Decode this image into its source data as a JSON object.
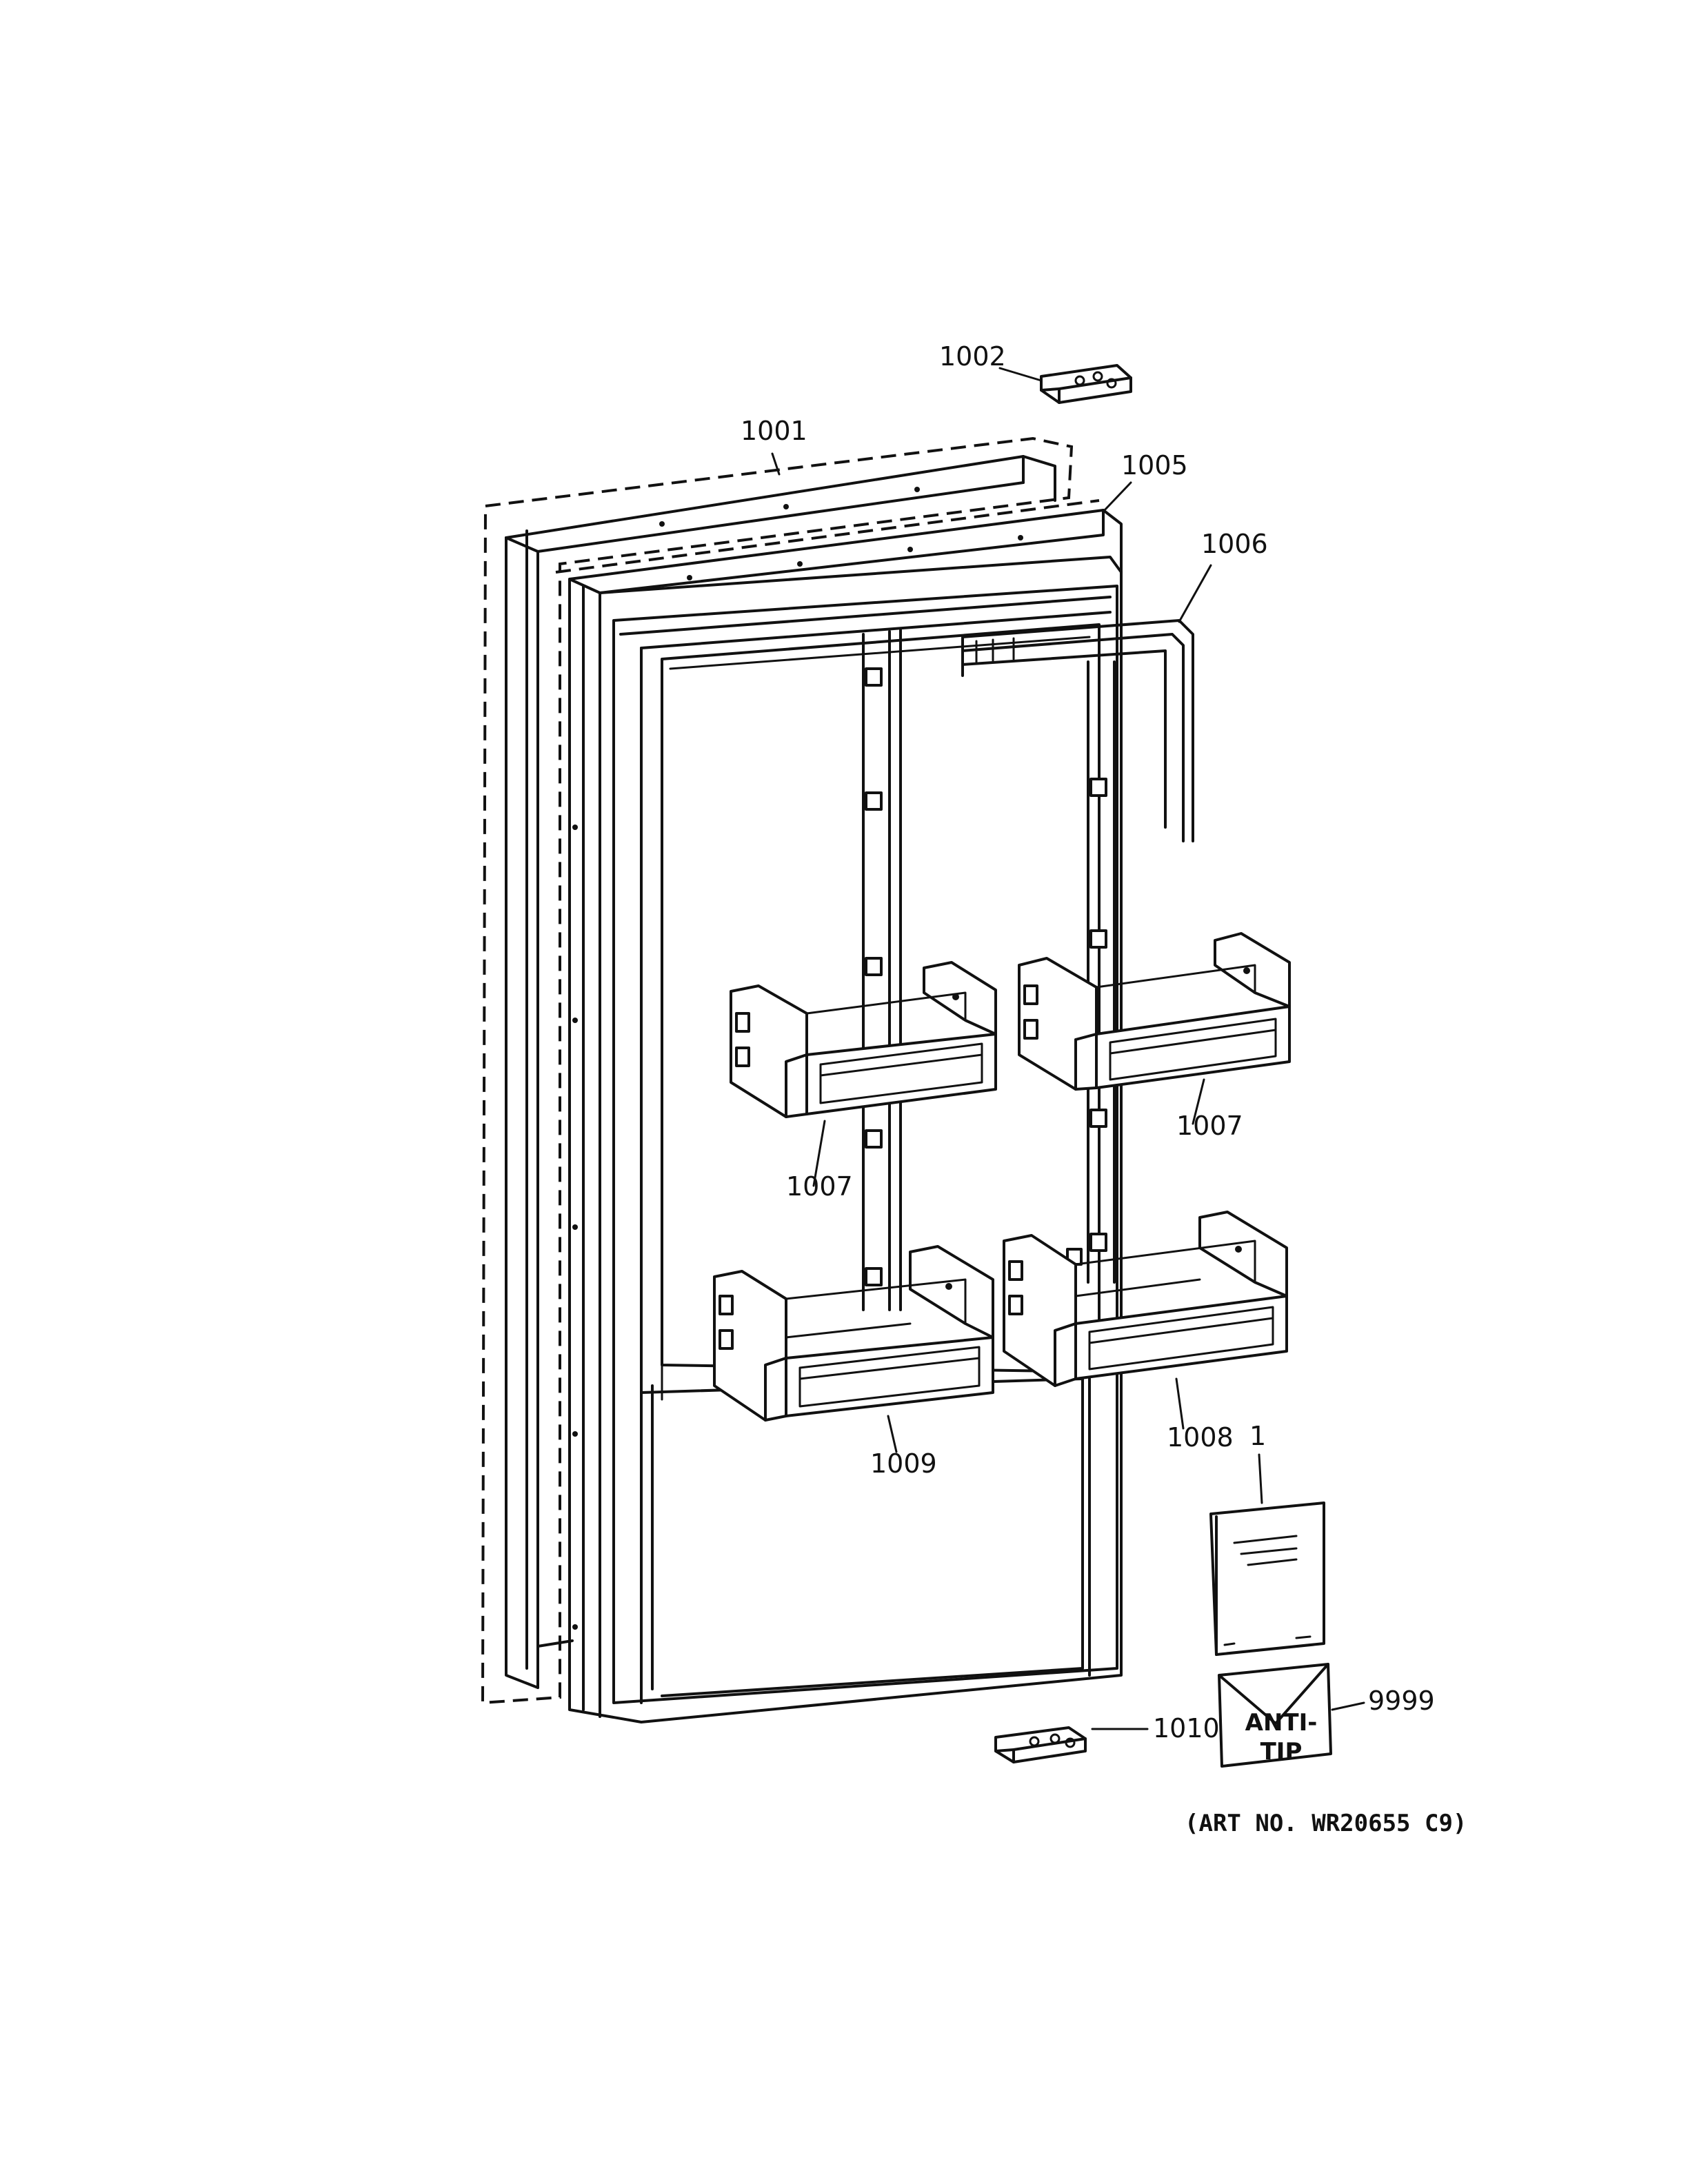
{
  "callouts": {
    "c1001": "1001",
    "c1002": "1002",
    "c1005": "1005",
    "c1006": "1006",
    "c1007_left": "1007",
    "c1007_right": "1007",
    "c1008": "1008",
    "c1009": "1009",
    "c1010": "1010",
    "c1": "1",
    "c9999": "9999"
  },
  "anti_tip_label": {
    "line1": "ANTI-",
    "line2": "TIP"
  },
  "art_number": "(ART NO. WR20655 C9)"
}
